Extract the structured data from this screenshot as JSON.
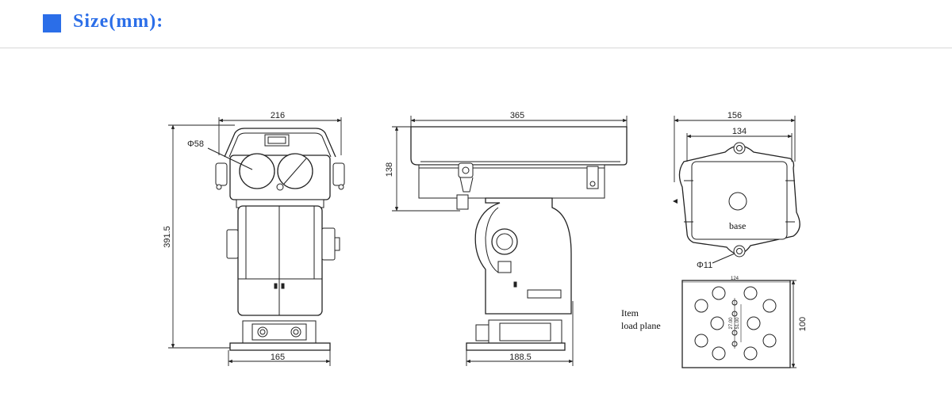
{
  "header": {
    "title": "Size(mm):",
    "accent_color": "#2b6ee8"
  },
  "front_view": {
    "width_top": "216",
    "width_bottom": "165",
    "height": "391.5",
    "window_diameter": "Φ58"
  },
  "side_view": {
    "length": "365",
    "housing_height": "138",
    "base_width": "188.5"
  },
  "base_view": {
    "outer_width": "156",
    "inner_width": "134",
    "hole_diameter": "Φ11",
    "label": "base"
  },
  "load_plane_view": {
    "width": "124",
    "height": "100",
    "spacing_a": "27.00",
    "spacing_b": "51.00",
    "label_line1": "Item",
    "label_line2": "load plane"
  }
}
